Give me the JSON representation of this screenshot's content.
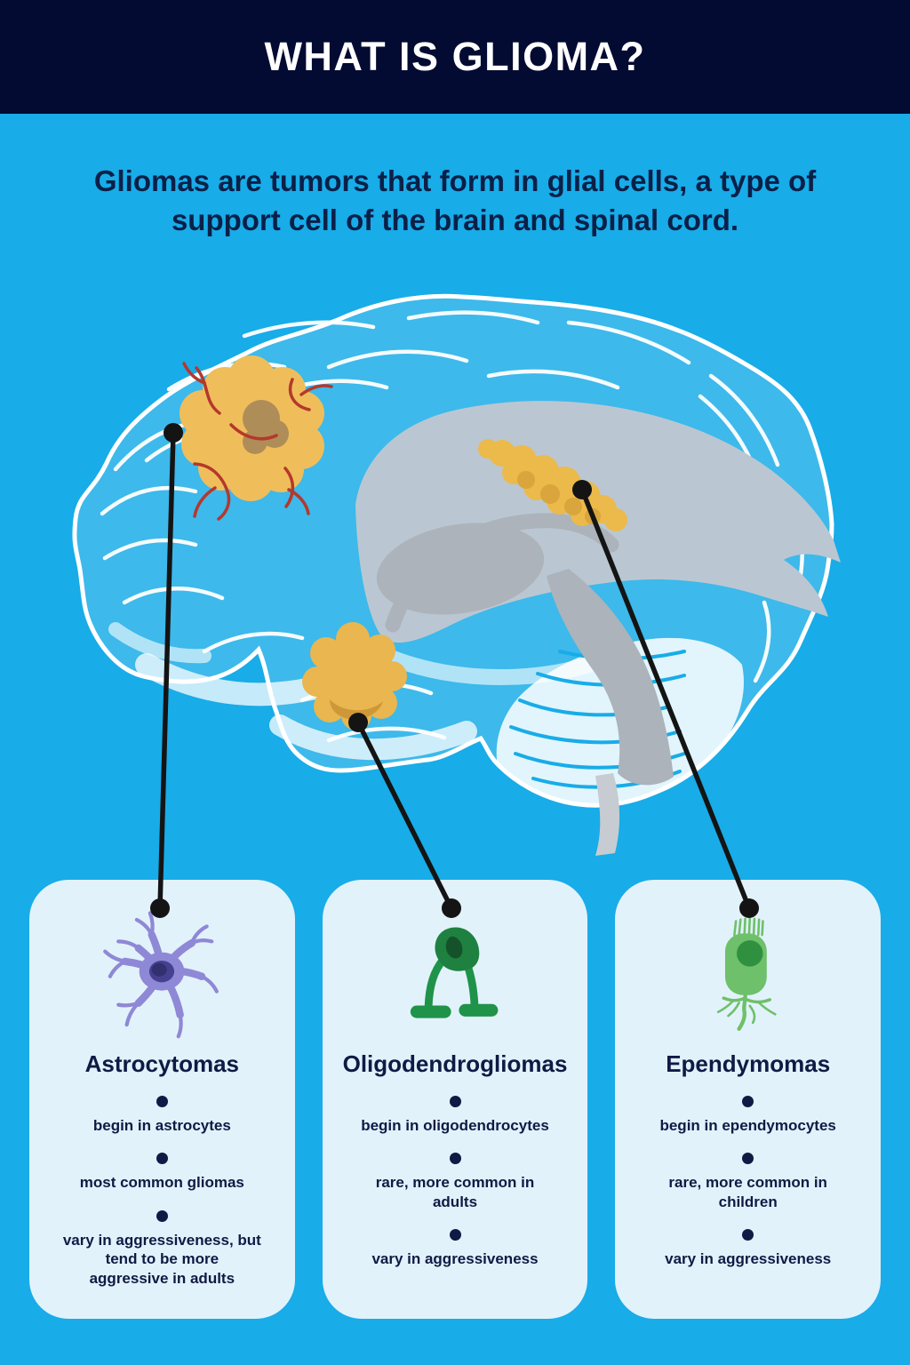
{
  "header": {
    "title": "WHAT IS GLIOMA?"
  },
  "intro": {
    "line1": "Gliomas are tumors that form in glial cells, a type of",
    "line2": "support cell of the brain and spinal cord."
  },
  "diagram": {
    "illustration": "brain-cross-section",
    "tumor_markers": [
      "astrocytoma-tumor",
      "oligodendroglioma-tumor",
      "ependymoma-tumor"
    ]
  },
  "cards": [
    {
      "title": "Astrocytomas",
      "icon": "astrocyte-icon",
      "bullets": [
        "begin in astrocytes",
        "most common gliomas",
        "vary in aggressiveness, but\ntend to be more\naggressive in adults"
      ]
    },
    {
      "title": "Oligodendrogliomas",
      "icon": "oligodendrocyte-icon",
      "bullets": [
        "begin in oligodendrocytes",
        "rare, more common in\nadults",
        "vary in aggressiveness"
      ]
    },
    {
      "title": "Ependymomas",
      "icon": "ependymocyte-icon",
      "bullets": [
        "begin in ependymocytes",
        "rare, more common in\nchildren",
        "vary in aggressiveness"
      ]
    }
  ],
  "colors": {
    "background": "#18ACE8",
    "header_bg": "#040B32",
    "header_text": "#FFFFFF",
    "body_text": "#101A44",
    "card_bg": "#E2F2FB",
    "tumor_yellow": "#EFBE5B",
    "tumor_core_tan": "#AF8D58",
    "vessel_red": "#B5382C",
    "ventricle_gray": "#BAC7D2",
    "inner_gray": "#ACB3BB",
    "astrocyte_purple": "#8F88D6",
    "oligodendrocyte_green": "#1F9349",
    "ependymocyte_green": "#6EC06A",
    "connector_black": "#141414",
    "brain_lineart_white": "#FFFFFF"
  }
}
